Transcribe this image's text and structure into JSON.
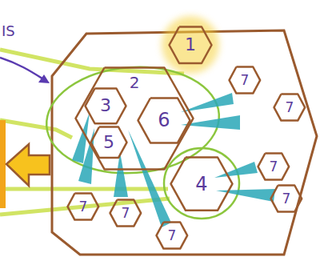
{
  "diagram": {
    "nodes": [
      {
        "text": [
          "1"
        ]
      },
      {
        "text": [
          "2"
        ]
      },
      {
        "text": [
          "3"
        ],
        "in": 1
      },
      {
        "text": [
          "6"
        ],
        "in": 1
      },
      {
        "text": [
          "5"
        ],
        "in": 1
      },
      {
        "text": [
          "4"
        ]
      },
      {
        "text": [
          "7"
        ]
      },
      {
        "text": [
          "7"
        ]
      },
      {
        "text": [
          "7"
        ]
      },
      {
        "text": [
          "7"
        ]
      },
      {
        "text": [
          "7"
        ]
      },
      {
        "text": [
          "7"
        ]
      },
      {
        "text": [
          "7"
        ]
      }
    ],
    "labels": [
      "IS"
    ]
  }
}
